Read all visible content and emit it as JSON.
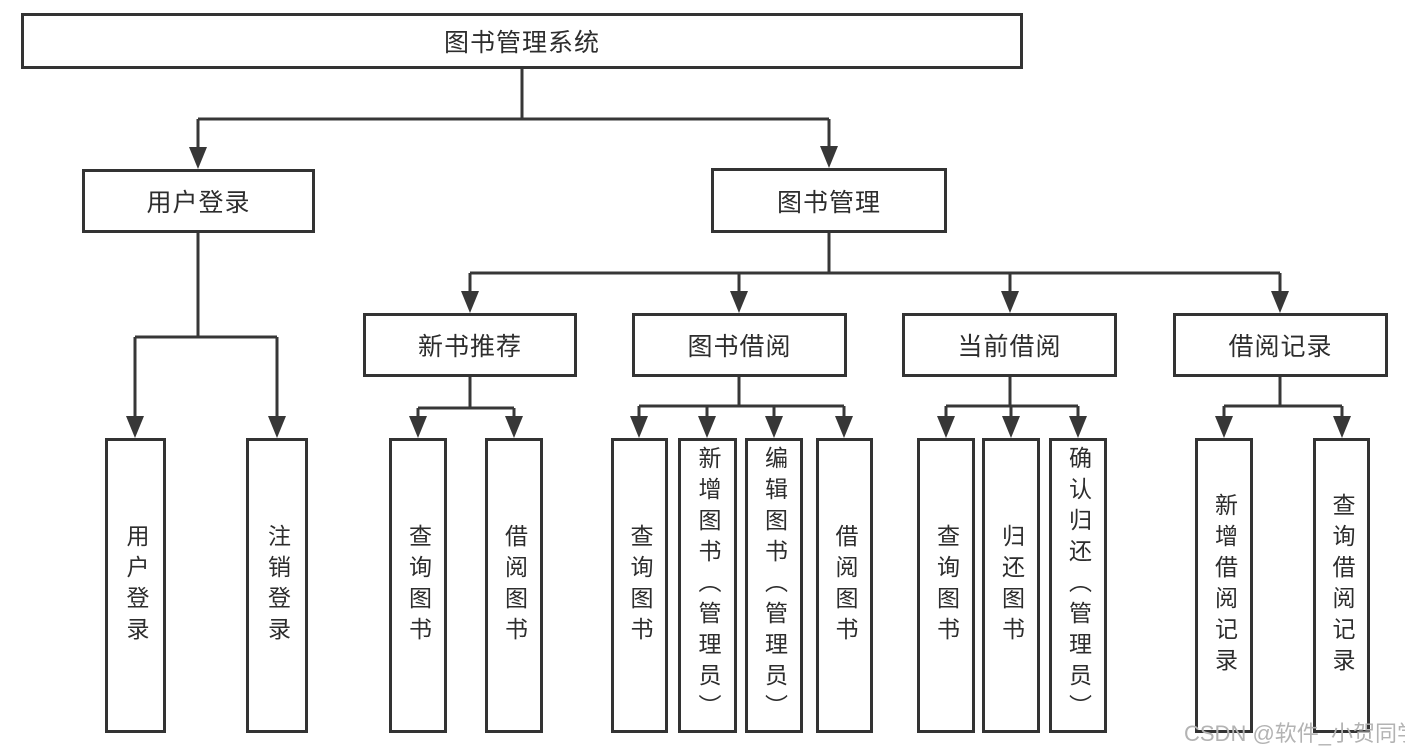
{
  "diagram": {
    "title": "图书管理系统",
    "root": {
      "label": "图书管理系统"
    },
    "level2": [
      {
        "label": "用户登录"
      },
      {
        "label": "图书管理"
      }
    ],
    "level3": [
      {
        "parent": "图书管理",
        "label": "新书推荐"
      },
      {
        "parent": "图书管理",
        "label": "图书借阅"
      },
      {
        "parent": "图书管理",
        "label": "当前借阅"
      },
      {
        "parent": "图书管理",
        "label": "借阅记录"
      }
    ],
    "leaves": [
      {
        "parent": "用户登录",
        "label": "用户登录"
      },
      {
        "parent": "用户登录",
        "label": "注销登录"
      },
      {
        "parent": "新书推荐",
        "label": "查询图书"
      },
      {
        "parent": "新书推荐",
        "label": "借阅图书"
      },
      {
        "parent": "图书借阅",
        "label": "查询图书"
      },
      {
        "parent": "图书借阅",
        "label": "新增图书（管理员）"
      },
      {
        "parent": "图书借阅",
        "label": "编辑图书（管理员）"
      },
      {
        "parent": "图书借阅",
        "label": "借阅图书"
      },
      {
        "parent": "当前借阅",
        "label": "查询图书"
      },
      {
        "parent": "当前借阅",
        "label": "归还图书"
      },
      {
        "parent": "当前借阅",
        "label": "确认归还（管理员）"
      },
      {
        "parent": "借阅记录",
        "label": "新增借阅记录"
      },
      {
        "parent": "借阅记录",
        "label": "查询借阅记录"
      }
    ],
    "watermark": "CSDN @软件_小贺同学",
    "colors": {
      "line": "#373737",
      "border": "#333333",
      "text": "#2d2d2d",
      "watermark": "#b3b3b3",
      "background": "#ffffff"
    }
  }
}
